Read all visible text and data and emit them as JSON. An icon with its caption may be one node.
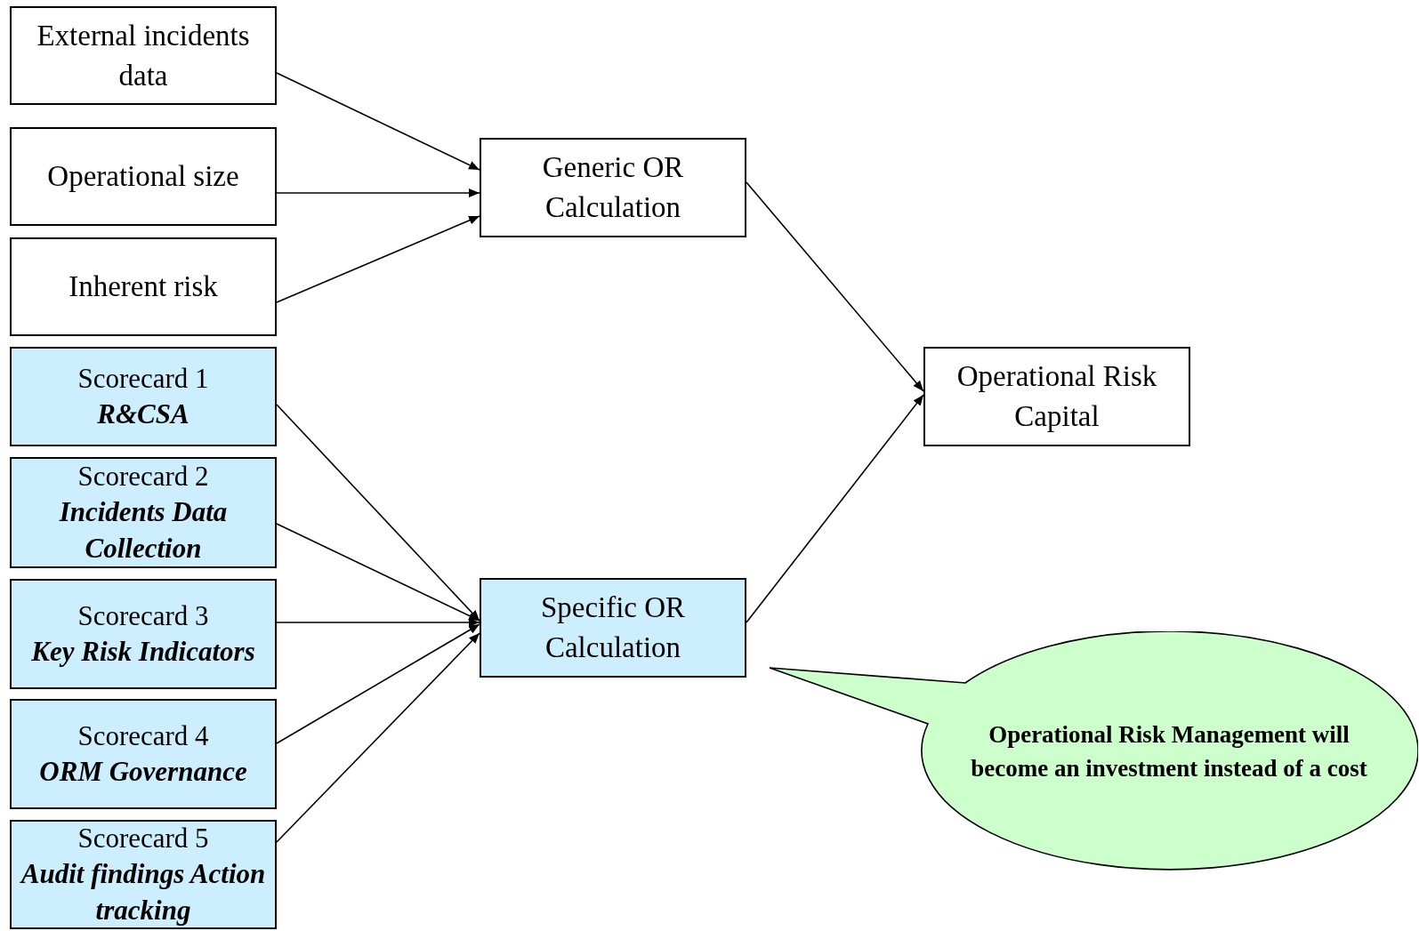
{
  "diagram": {
    "nodes": [
      {
        "text": [
          "External incidents data"
        ]
      },
      {
        "text": [
          "Operational size"
        ]
      },
      {
        "text": [
          "Inherent risk"
        ]
      },
      {
        "text": [
          "Scorecard 1",
          "R&CSA"
        ]
      },
      {
        "text": [
          "Scorecard 2",
          "Incidents Data Collection"
        ]
      },
      {
        "text": [
          "Scorecard 3",
          "Key Risk Indicators"
        ]
      },
      {
        "text": [
          "Scorecard 4",
          "ORM Governance"
        ]
      },
      {
        "text": [
          "Scorecard 5",
          "Audit findings Action tracking"
        ]
      },
      {
        "text": [
          "Generic OR Calculation"
        ]
      },
      {
        "text": [
          "Specific OR Calculation"
        ]
      },
      {
        "text": [
          "Operational Risk Capital"
        ]
      },
      {
        "text": [
          "Operational Risk Management will become an investment instead of a cost"
        ]
      }
    ],
    "edges": [
      {
        "from": 0,
        "to": 8,
        "arrow": "to"
      },
      {
        "from": 1,
        "to": 8,
        "arrow": "to"
      },
      {
        "from": 2,
        "to": 8,
        "arrow": "to"
      },
      {
        "from": 3,
        "to": 9,
        "arrow": "to"
      },
      {
        "from": 4,
        "to": 9,
        "arrow": "to"
      },
      {
        "from": 5,
        "to": 9,
        "arrow": "to"
      },
      {
        "from": 6,
        "to": 9,
        "arrow": "to"
      },
      {
        "from": 7,
        "to": 9,
        "arrow": "to"
      },
      {
        "from": 8,
        "to": 10,
        "arrow": "to"
      },
      {
        "from": 9,
        "to": 10,
        "arrow": "to"
      }
    ]
  }
}
